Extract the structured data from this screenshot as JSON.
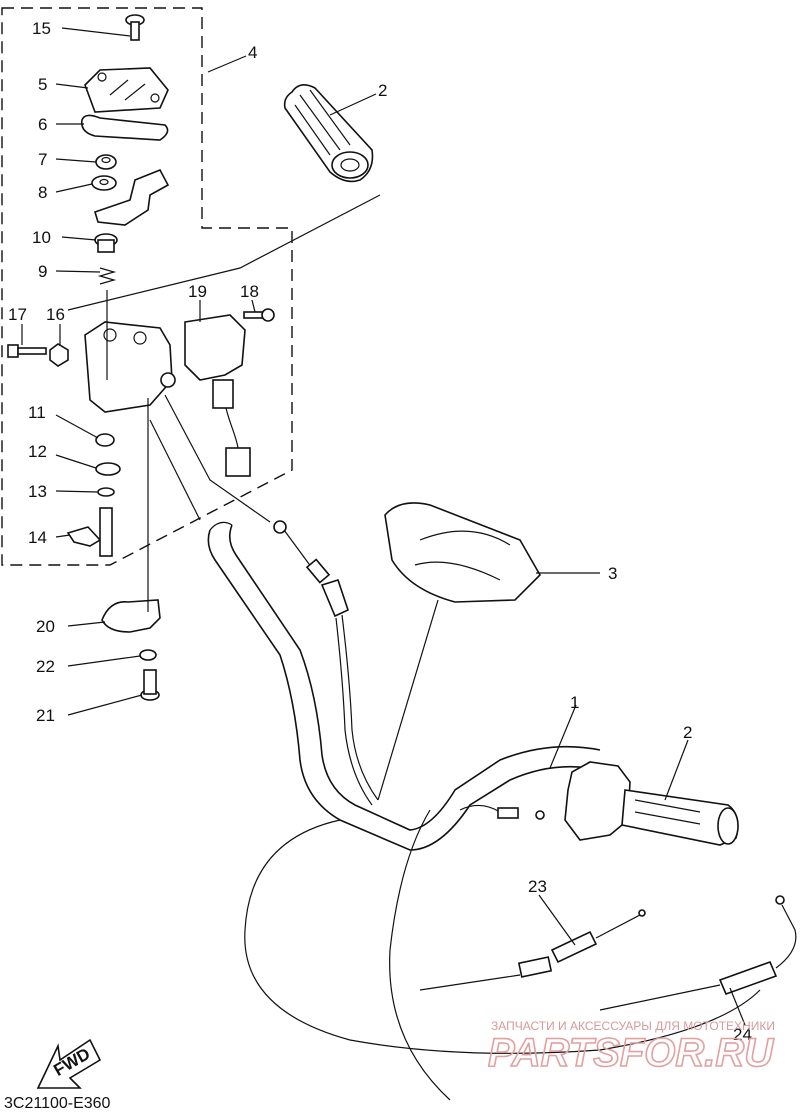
{
  "diagram": {
    "callouts": [
      "15",
      "5",
      "6",
      "7",
      "8",
      "10",
      "9",
      "4",
      "2",
      "17",
      "16",
      "19",
      "18",
      "11",
      "12",
      "13",
      "14",
      "20",
      "22",
      "21",
      "3",
      "1",
      "2",
      "23",
      "24"
    ],
    "diagram_code": "3C21100-E360",
    "fwd_label": "FWD",
    "watermark": {
      "top": "ЗАПЧАСТИ И АКСЕССУАРЫ ДЛЯ МОТОТЕХНИКИ",
      "brand": "PARTSFOR.RU"
    }
  }
}
